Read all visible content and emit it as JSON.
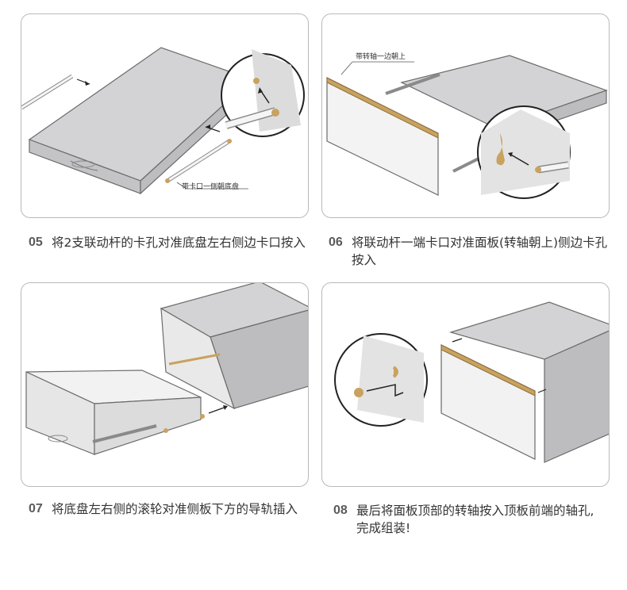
{
  "colors": {
    "border": "#b9b9b9",
    "panel_gray": "#d3d2d4",
    "panel_light": "#ececec",
    "edge": "#6b6b6b",
    "gold": "#c9a25f",
    "text": "#333333"
  },
  "steps": [
    {
      "number": "05",
      "text": "将2支联动杆的卡孔对准底盘左右侧边卡口按入",
      "callout": "带卡口一侧朝底盘"
    },
    {
      "number": "06",
      "text": "将联动杆一端卡口对准面板(转轴朝上)侧边卡孔按入",
      "callout": "带转轴一边朝上"
    },
    {
      "number": "07",
      "text": "将底盘左右侧的滚轮对准侧板下方的导轨插入",
      "callout": ""
    },
    {
      "number": "08",
      "text": "最后将面板顶部的转轴按入顶板前端的轴孔,完成组装!",
      "callout": ""
    }
  ]
}
